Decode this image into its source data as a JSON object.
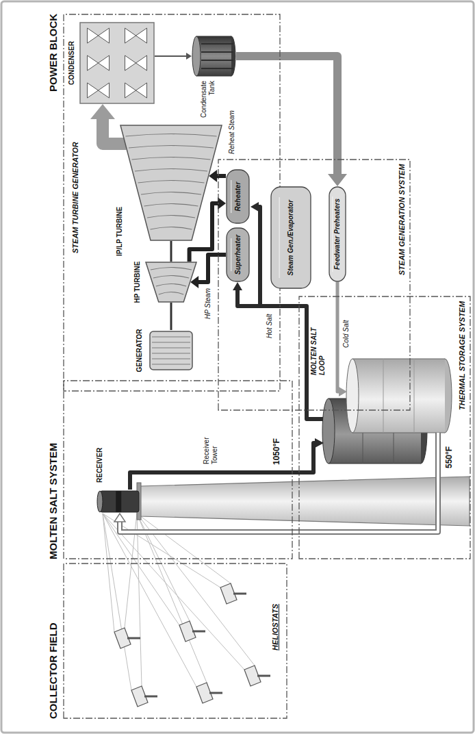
{
  "diagram": {
    "nodes": [
      {
        "text": [
          "COLLECTOR FIELD"
        ]
      },
      {
        "text": [
          "MOLTEN SALT SYSTEM"
        ]
      },
      {
        "text": [
          "POWER BLOCK"
        ]
      },
      {
        "text": [
          "THERMAL STORAGE SYSTEM"
        ]
      },
      {
        "text": [
          "STEAM GENERATION SYSTEM"
        ]
      },
      {
        "text": [
          "RECEIVER"
        ],
        "in": 1
      },
      {
        "text": [
          "GENERATOR"
        ],
        "in": 2
      },
      {
        "text": [
          "HP TURBINE"
        ],
        "in": 2
      },
      {
        "text": [
          "IP/LP TURBINE"
        ],
        "in": 2
      },
      {
        "text": [
          "CONDENSER"
        ],
        "in": 2
      },
      {
        "text": [
          "Condensate Tank"
        ],
        "in": 2
      },
      {
        "text": [
          "Superheater"
        ],
        "in": 4
      },
      {
        "text": [
          "Reheater"
        ],
        "in": 4
      },
      {
        "text": [
          "Steam Gen./Evaporator"
        ],
        "in": 4
      },
      {
        "text": [
          "Feedwater Preheaters"
        ],
        "in": 4
      }
    ],
    "edges": [
      {
        "from": 6,
        "to": 7,
        "arrow": "none"
      },
      {
        "from": 7,
        "to": 8,
        "arrow": "none"
      },
      {
        "from": 8,
        "to": 9,
        "arrow": "to"
      },
      {
        "from": 9,
        "to": 10,
        "arrow": "to"
      },
      {
        "from": 10,
        "to": 14,
        "arrow": "to"
      },
      {
        "from": 11,
        "to": 7,
        "arrow": "to",
        "label": "HP Steam"
      },
      {
        "from": 7,
        "to": 12,
        "arrow": "to"
      },
      {
        "from": 12,
        "to": 8,
        "arrow": "to",
        "label": "Reheat Steam"
      }
    ],
    "labels": [
      "STEAM TURBINE GENERATOR",
      "HELIOSTATS",
      "Receiver Tower",
      "1050°F",
      "550°F",
      "MOLTEN SALT LOOP",
      "Hot Salt",
      "Cold Salt"
    ]
  }
}
